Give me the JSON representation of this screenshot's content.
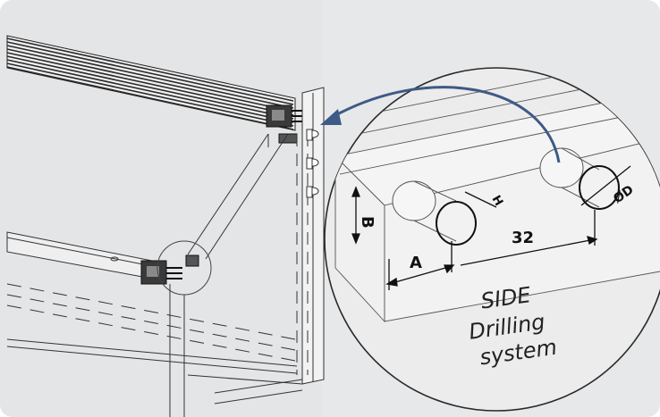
{
  "dimension_labels": {
    "b": "B",
    "h": "H",
    "a": "A",
    "spacing": "32",
    "diameter": "ØD"
  },
  "caption": {
    "line1": "SIDE",
    "line2": "Drilling",
    "line3": "system"
  },
  "colors": {
    "background": "#e7e8e9",
    "arrow": "#3e5a86",
    "line": "#222222",
    "rail": "#2a2a2a"
  }
}
